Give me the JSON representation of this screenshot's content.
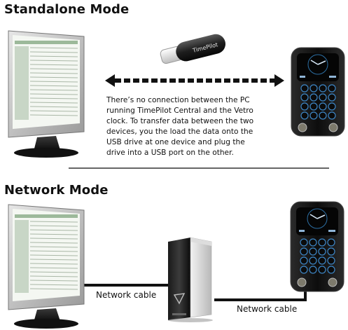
{
  "sections": {
    "standalone": {
      "title": "Standalone Mode",
      "description_lines": [
        "There’s no connection between the PC",
        "running TimePilot Central and the Vetro",
        "clock. To transfer data between the two",
        "devices, you the load the data onto the",
        "USB drive at one device and plug the",
        "drive into a USB port on the other."
      ],
      "usb_brand": "TimePilot"
    },
    "network": {
      "title": "Network Mode",
      "cable_label_1": "Network cable",
      "cable_label_2": "Network cable"
    }
  },
  "icons": {
    "monitor": "monitor-icon",
    "usb": "usb-drive-icon",
    "clock": "vetro-clock-icon",
    "server": "server-tower-icon",
    "arrow": "double-headed-dashed-arrow"
  }
}
